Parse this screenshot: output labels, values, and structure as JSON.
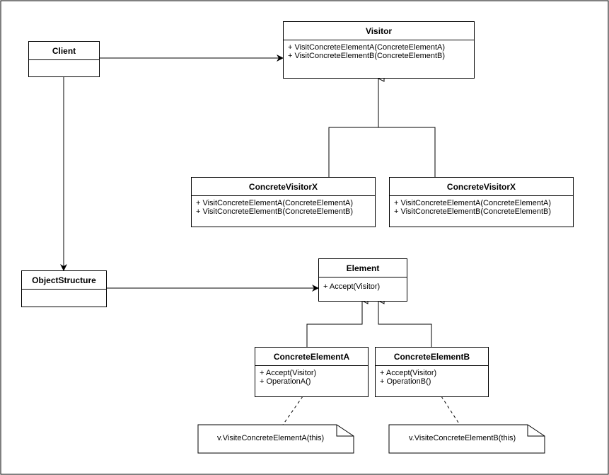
{
  "classes": {
    "visitor": {
      "name": "Visitor",
      "methods": [
        "+ VisitConcreteElementA(ConcreteElementA)",
        "+ VisitConcreteElementB(ConcreteElementB)"
      ]
    },
    "client": {
      "name": "Client"
    },
    "concrete_visitor_1": {
      "name": "ConcreteVisitorX",
      "methods": [
        "+ VisitConcreteElementA(ConcreteElementA)",
        "+ VisitConcreteElementB(ConcreteElementB)"
      ]
    },
    "concrete_visitor_2": {
      "name": "ConcreteVisitorX",
      "methods": [
        "+ VisitConcreteElementA(ConcreteElementA)",
        "+ VisitConcreteElementB(ConcreteElementB)"
      ]
    },
    "object_structure": {
      "name": "ObjectStructure"
    },
    "element": {
      "name": "Element",
      "methods": [
        "+ Accept(Visitor)"
      ]
    },
    "concrete_element_a": {
      "name": "ConcreteElementA",
      "methods": [
        "+ Accept(Visitor)",
        "+ OperationA()"
      ]
    },
    "concrete_element_b": {
      "name": "ConcreteElementB",
      "methods": [
        "+ Accept(Visitor)",
        "+ OperationB()"
      ]
    }
  },
  "notes": {
    "note_a": "v.VisiteConcreteElementA(this)",
    "note_b": "v.VisiteConcreteElementB(this)"
  }
}
